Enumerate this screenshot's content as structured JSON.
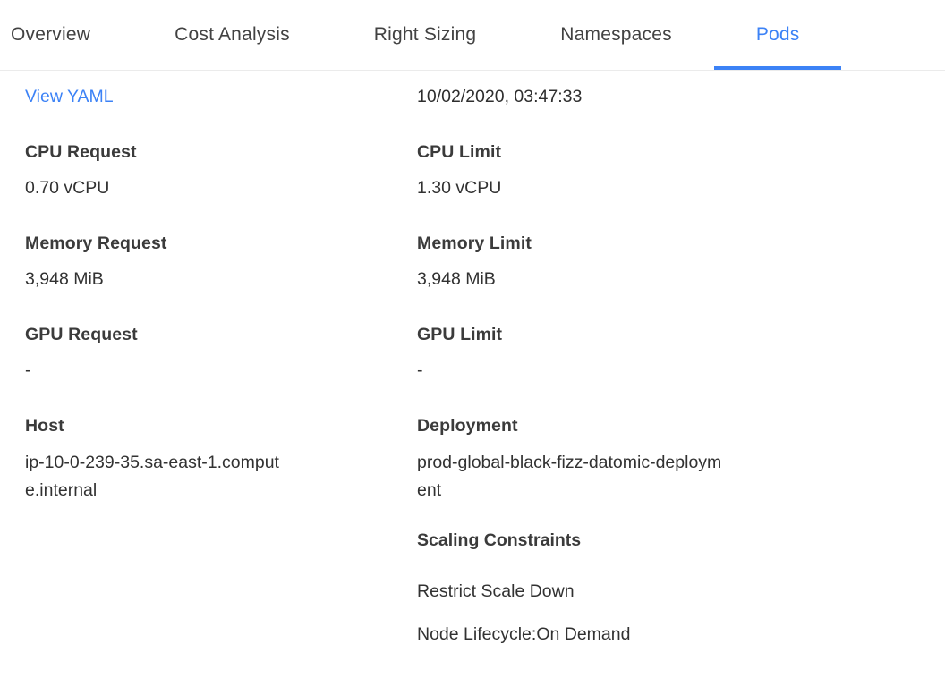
{
  "tabs": {
    "items": [
      {
        "label": "Overview",
        "active": false
      },
      {
        "label": "Cost Analysis",
        "active": false
      },
      {
        "label": "Right Sizing",
        "active": false
      },
      {
        "label": "Namespaces",
        "active": false
      },
      {
        "label": "Pods",
        "active": true
      }
    ]
  },
  "header": {
    "view_yaml_label": "View YAML",
    "timestamp": "10/02/2020, 03:47:33"
  },
  "fields": {
    "left": [
      {
        "label": "CPU Request",
        "value": "0.70 vCPU",
        "type": "text"
      },
      {
        "label": "Memory Request",
        "value": "3,948 MiB",
        "type": "text"
      },
      {
        "label": "GPU Request",
        "value": "-",
        "type": "text"
      },
      {
        "label": "Host",
        "value": "ip-10-0-239-35.sa-east-1.compute.internal",
        "type": "link"
      }
    ],
    "right": [
      {
        "label": "CPU Limit",
        "value": "1.30 vCPU",
        "type": "text"
      },
      {
        "label": "Memory Limit",
        "value": "3,948 MiB",
        "type": "text"
      },
      {
        "label": "GPU Limit",
        "value": "-",
        "type": "text"
      },
      {
        "label": "Deployment",
        "value": "prod-global-black-fizz-datomic-deployment",
        "type": "link"
      }
    ]
  },
  "scaling": {
    "title": "Scaling Constraints",
    "items": [
      "Restrict Scale Down",
      "Node Lifecycle:On Demand"
    ]
  },
  "colors": {
    "accent_blue": "#3c82f6",
    "link_blue": "#3c82f6",
    "tab_text": "#424242",
    "label_text": "#3b3b3b",
    "value_text": "#323232",
    "divider": "#ebebeb"
  }
}
